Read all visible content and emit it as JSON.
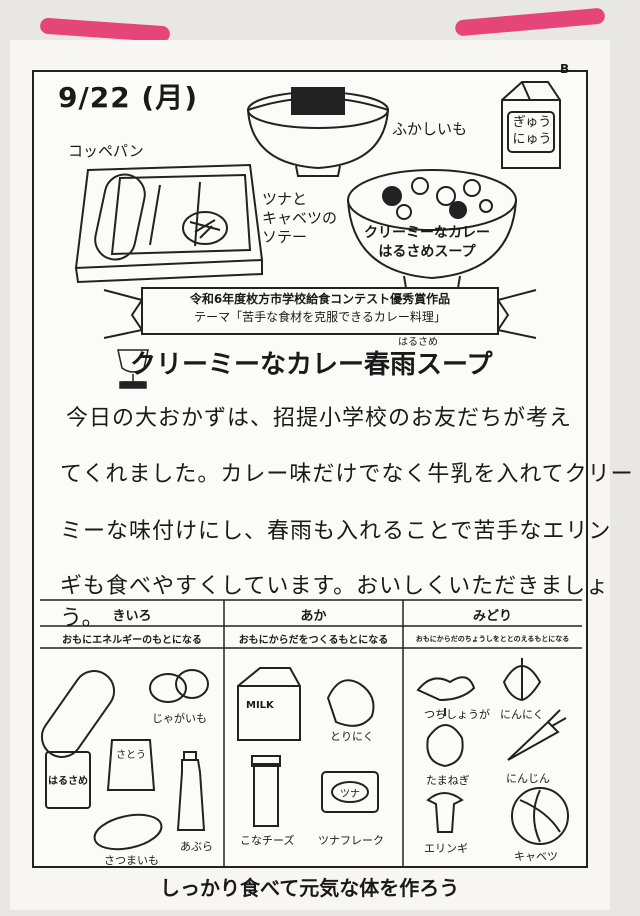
{
  "header": {
    "date": "9/22 (月)",
    "corner_mark": "B"
  },
  "menu": {
    "bread": "コッペパン",
    "dessert": "ふかしいも",
    "milk_line1": "ぎゅう",
    "milk_line2": "にゅう",
    "saute_line1": "ツナと",
    "saute_line2": "キャベツの",
    "saute_line3": "ソテー",
    "soup_line1": "クリーミーなカレー",
    "soup_line2": "はるさめスープ"
  },
  "banner": {
    "line1": "令和6年度枚方市学校給食コンテスト優秀賞作品",
    "line2": "テーマ「苦手な食材を克服できるカレー料理」"
  },
  "feature": {
    "title": "クリーミーなカレー春雨スープ",
    "title_ruby": "はるさめ",
    "line1": "今日の大おかずは、招提小学校のお友だちが考え",
    "line2": "てくれました。カレー味だけでなく牛乳を入れてクリー",
    "line3": "ミーな味付けにし、春雨も入れることで苦手なエリン",
    "line4": "ギも食べやすくしています。おいしくいただきましょう。"
  },
  "groups": {
    "yellow": {
      "name": "きいろ",
      "desc": "おもにエネルギーのもとになる",
      "items": [
        "じゃがいも",
        "さつまいも",
        "あぶら"
      ],
      "package_label": "はるさめ",
      "sugar_label": "さとう"
    },
    "red": {
      "name": "あか",
      "desc": "おもにからだをつくるもとになる",
      "items": [
        "とりにく",
        "こなチーズ",
        "ツナフレーク"
      ],
      "carton_label": "MILK",
      "can_label": "ツナ"
    },
    "green": {
      "name": "みどり",
      "desc": "おもにからだのちょうしをととのえるもとになる",
      "items": [
        "つちしょうが",
        "にんにく",
        "たまねぎ",
        "にんじん",
        "エリンギ",
        "キャベツ"
      ]
    }
  },
  "footer": {
    "slogan": "しっかり食べて元気な体を作ろう"
  }
}
